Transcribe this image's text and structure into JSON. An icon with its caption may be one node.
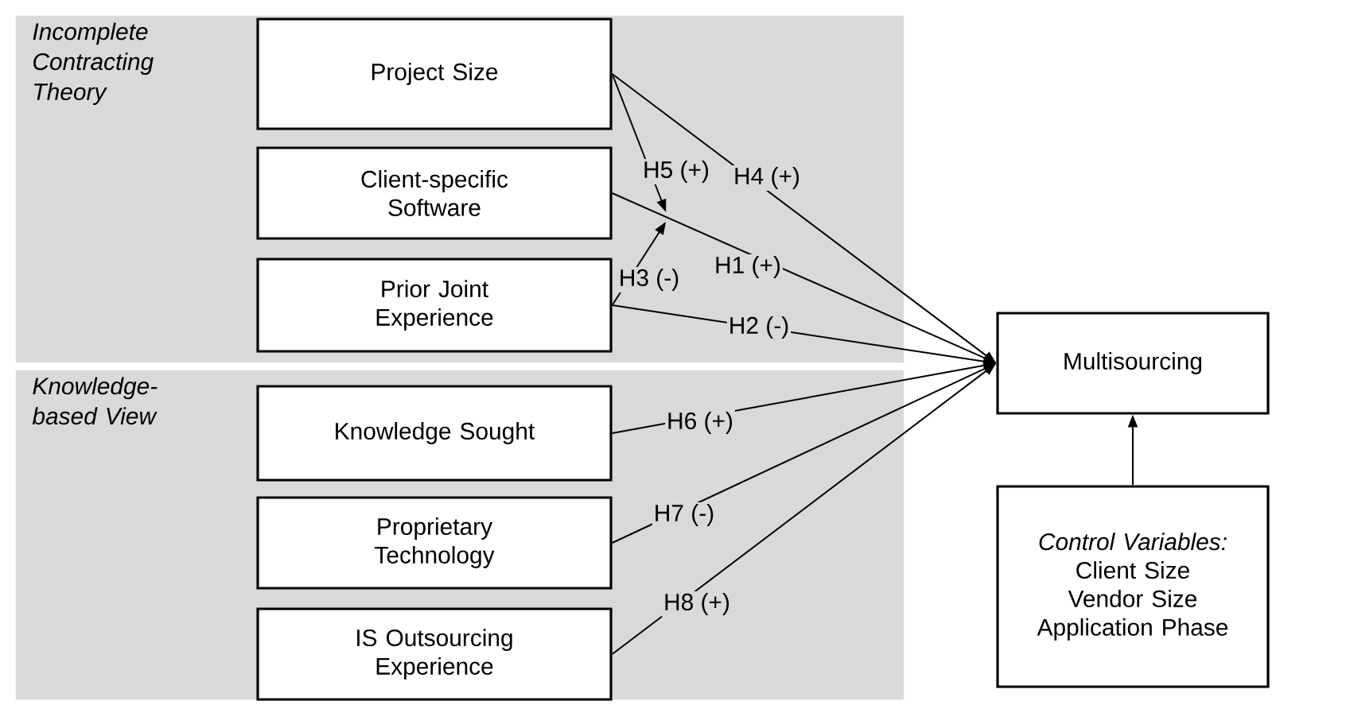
{
  "diagram": {
    "nodes": [
      {
        "text": [
          "Incomplete Contracting Theory"
        ]
      },
      {
        "text": [
          "Project Size"
        ],
        "in": 0
      },
      {
        "text": [
          "Client-specific Software"
        ],
        "in": 0
      },
      {
        "text": [
          "Prior Joint Experience"
        ],
        "in": 0
      },
      {
        "text": [
          "Knowledge-based View"
        ]
      },
      {
        "text": [
          "Knowledge Sought"
        ],
        "in": 4
      },
      {
        "text": [
          "Proprietary Technology"
        ],
        "in": 4
      },
      {
        "text": [
          "IS Outsourcing Experience"
        ],
        "in": 4
      },
      {
        "text": [
          "Multisourcing"
        ]
      },
      {
        "text": [
          "Control Variables:",
          "Client Size",
          "Vendor Size",
          "Application Phase"
        ]
      }
    ],
    "edges": [
      {
        "from": 1,
        "to": 8,
        "arrow": "to",
        "label": "H4 (+)"
      },
      {
        "from": 1,
        "to": null,
        "arrow": "to",
        "label": "H5 (+)"
      },
      {
        "from": 2,
        "to": 8,
        "arrow": "to",
        "label": "H1 (+)"
      },
      {
        "from": 3,
        "to": null,
        "arrow": "to",
        "label": "H3 (-)"
      },
      {
        "from": 3,
        "to": 8,
        "arrow": "to",
        "label": "H2 (-)"
      },
      {
        "from": 5,
        "to": 8,
        "arrow": "to",
        "label": "H6 (+)"
      },
      {
        "from": 6,
        "to": 8,
        "arrow": "to",
        "label": "H7 (-)"
      },
      {
        "from": 7,
        "to": 8,
        "arrow": "to",
        "label": "H8 (+)"
      },
      {
        "from": 9,
        "to": 8,
        "arrow": "to"
      }
    ]
  }
}
